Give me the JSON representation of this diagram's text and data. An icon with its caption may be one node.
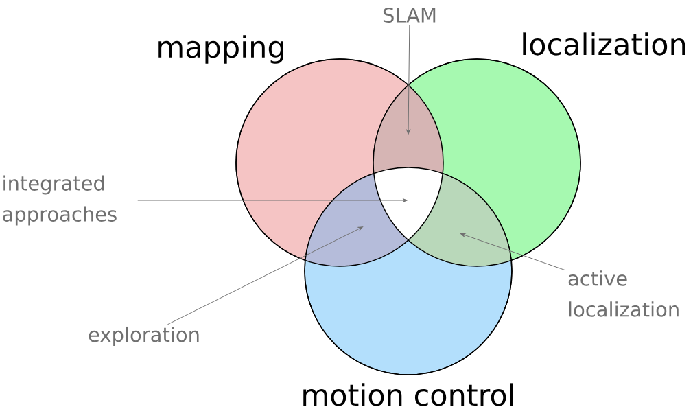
{
  "diagram": {
    "nodes": [
      {
        "text": [
          "mapping"
        ]
      },
      {
        "text": [
          "localization"
        ]
      },
      {
        "text": [
          "motion control"
        ]
      },
      {
        "text": [
          "SLAM"
        ]
      },
      {
        "text": [
          "integrated approaches"
        ]
      },
      {
        "text": [
          "exploration"
        ]
      },
      {
        "text": [
          "active localization"
        ]
      },
      {
        "text": [],
        "shape": "lens"
      },
      {
        "text": [],
        "shape": "triangle"
      },
      {
        "text": [],
        "shape": "lens"
      },
      {
        "text": [],
        "shape": "lens"
      }
    ],
    "edges": [
      {
        "from": 3,
        "to": 7,
        "arrow": "to"
      },
      {
        "from": 4,
        "to": 8,
        "arrow": "to"
      },
      {
        "from": 5,
        "to": 9,
        "arrow": "to"
      },
      {
        "from": 6,
        "to": 10,
        "arrow": "to"
      }
    ]
  }
}
